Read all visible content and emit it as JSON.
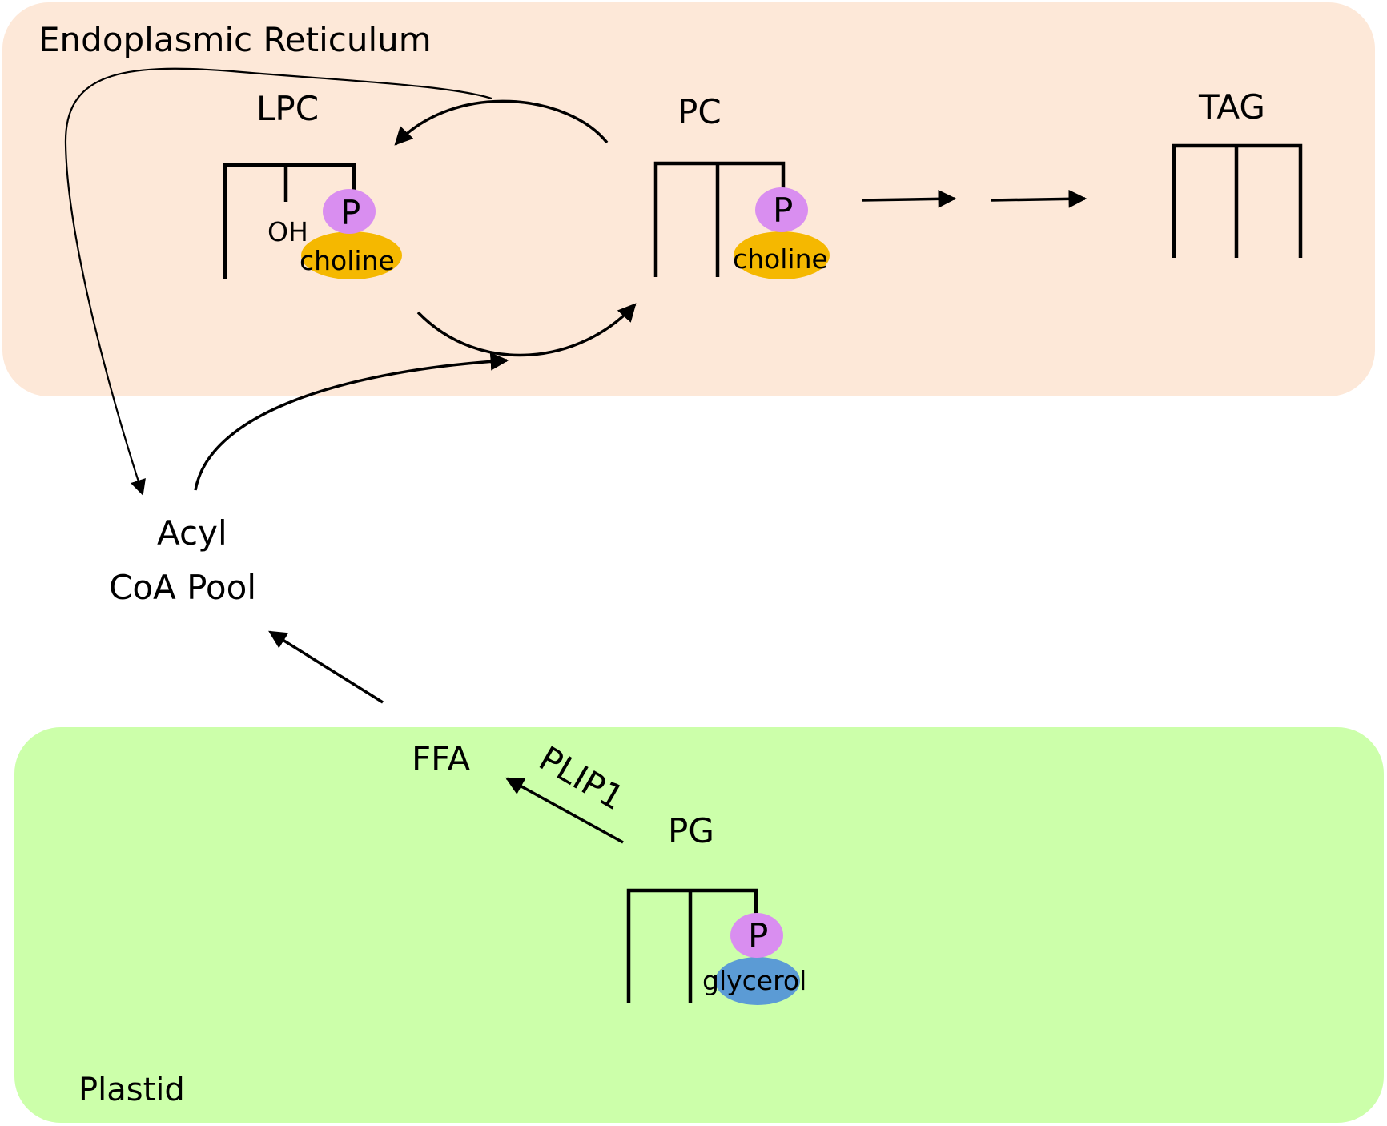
{
  "compartments": {
    "er": {
      "label": "Endoplasmic Reticulum",
      "color": "#fde8d8"
    },
    "plastid": {
      "label": "Plastid",
      "color": "#ccffaa"
    }
  },
  "molecules": {
    "lpc": {
      "label": "LPC",
      "hydroxyl": "OH",
      "phosphate": "P",
      "headgroup": "choline"
    },
    "pc": {
      "label": "PC",
      "phosphate": "P",
      "headgroup": "choline"
    },
    "tag": {
      "label": "TAG"
    },
    "pg": {
      "label": "PG",
      "phosphate": "P",
      "headgroup": "glycerol"
    }
  },
  "pool": {
    "line1": "Acyl",
    "line2": "CoA Pool"
  },
  "ffa": {
    "label": "FFA"
  },
  "enzyme": {
    "label": "PLIP1"
  },
  "colors": {
    "phosphate": "#d98ef0",
    "choline": "#f5b800",
    "glycerol": "#5b9bd5"
  }
}
